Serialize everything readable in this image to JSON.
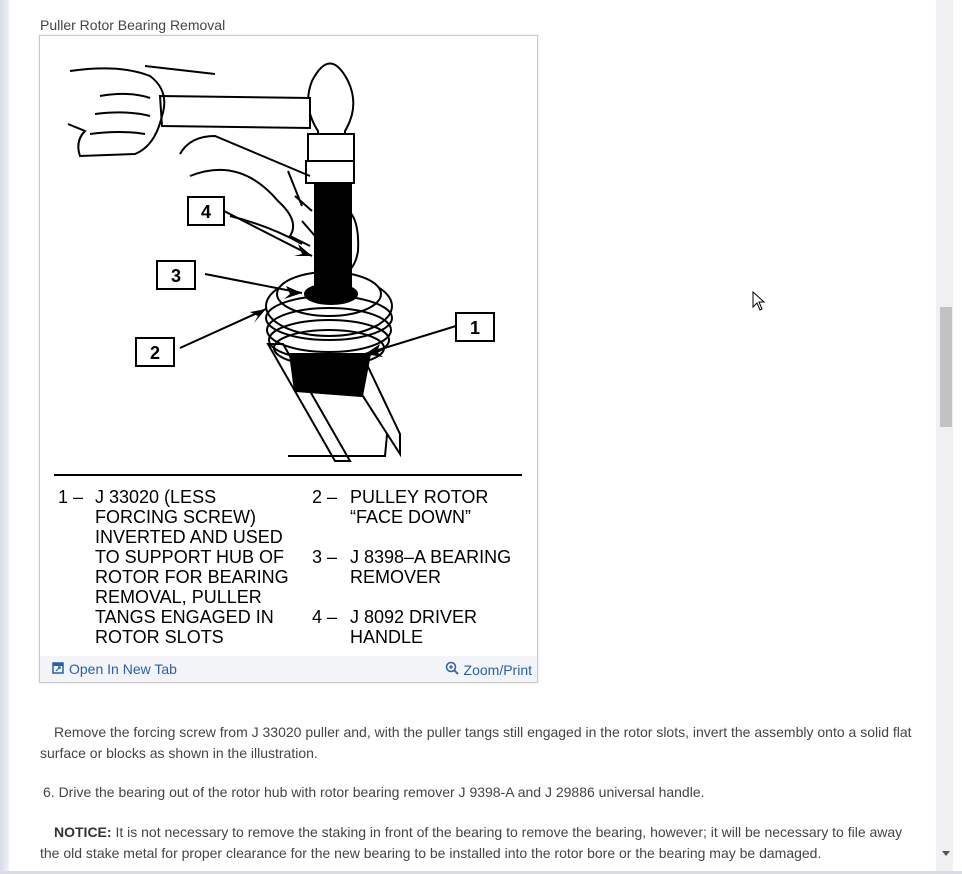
{
  "figure": {
    "title": "Puller Rotor Bearing Removal",
    "callouts": [
      "1",
      "2",
      "3",
      "4"
    ],
    "legend_left": {
      "number": "1 –",
      "lines": [
        "J 33020 (LESS",
        "FORCING SCREW)",
        "INVERTED AND USED",
        "TO SUPPORT HUB OF",
        "ROTOR FOR BEARING",
        "REMOVAL, PULLER",
        "TANGS ENGAGED IN",
        "ROTOR SLOTS"
      ]
    },
    "legend_right": [
      {
        "number": "2 –",
        "lines": [
          "PULLEY ROTOR",
          "“FACE DOWN”"
        ]
      },
      {
        "number": "3 –",
        "lines": [
          "J 8398–A BEARING",
          "REMOVER"
        ]
      },
      {
        "number": "4 –",
        "lines": [
          "J 8092 DRIVER",
          "HANDLE"
        ]
      }
    ],
    "open_label": "Open In New Tab",
    "zoom_label": "Zoom/Print"
  },
  "content": {
    "p1": "Remove the forcing screw from J 33020 puller and, with the puller tangs still engaged in the rotor slots, invert the assembly onto a solid flat surface or blocks as shown in the illustration.",
    "p2": "6. Drive the bearing out of the rotor hub with rotor bearing remover J 9398-A and J 29886 universal handle.",
    "notice_label": "NOTICE:",
    "notice_text": " It is not necessary to remove the staking in front of the bearing to remove the bearing, however; it will be necessary to file away the old stake metal for proper clearance for the new bearing to be installed into the rotor bore or the bearing may be damaged."
  }
}
